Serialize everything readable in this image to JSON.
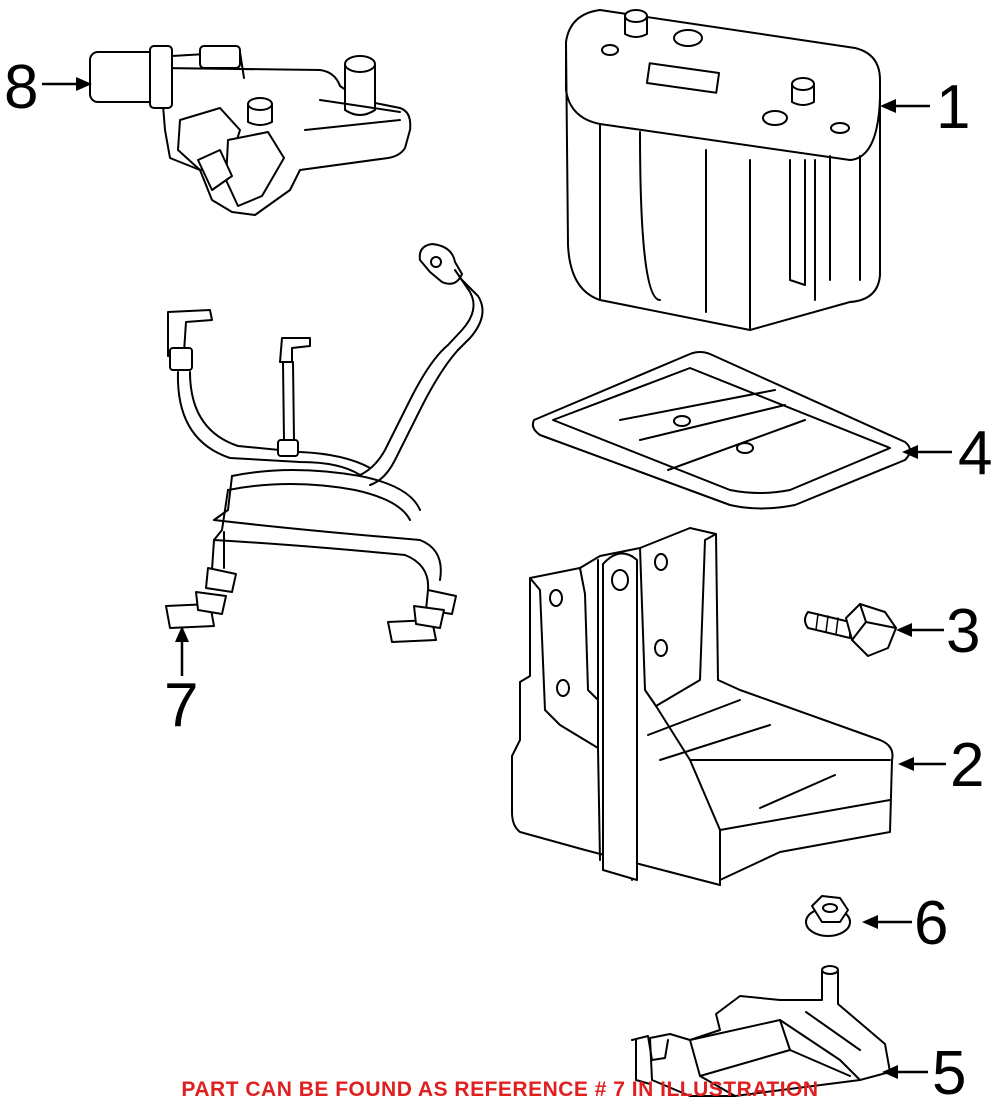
{
  "parts": [
    {
      "number": "1",
      "name": "battery-icon"
    },
    {
      "number": "2",
      "name": "battery-tray-icon"
    },
    {
      "number": "3",
      "name": "bolt-icon"
    },
    {
      "number": "4",
      "name": "battery-insulator-icon"
    },
    {
      "number": "5",
      "name": "bracket-icon"
    },
    {
      "number": "6",
      "name": "nut-icon"
    },
    {
      "number": "7",
      "name": "cable-harness-icon"
    },
    {
      "number": "8",
      "name": "junction-block-icon"
    }
  ],
  "notice": {
    "text": "PART CAN BE FOUND AS REFERENCE # 7 IN ILLUSTRATION",
    "color": "#e02020"
  }
}
